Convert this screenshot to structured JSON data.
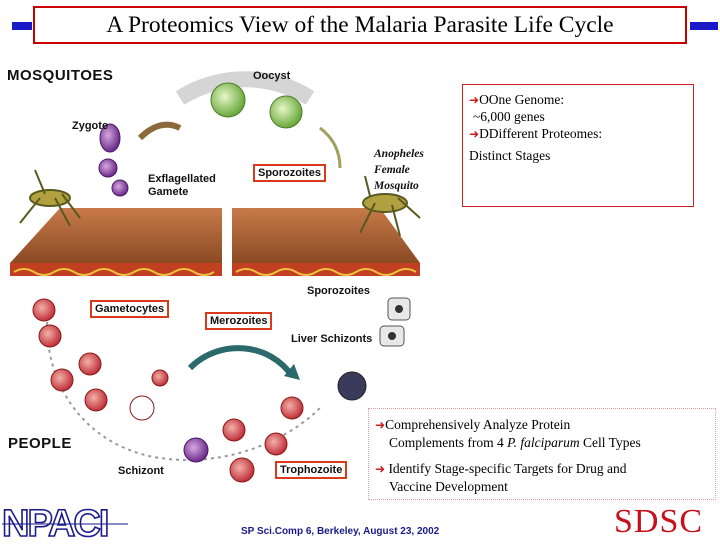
{
  "title": "A Proteomics View of the Malaria Parasite Life Cycle",
  "diagram": {
    "mosquitoes_label": "MOSQUITOES",
    "people_label": "PEOPLE",
    "stages": {
      "oocyst": "Oocyst",
      "zygote": "Zygote",
      "exflagellated_line1": "Exflagellated",
      "exflagellated_line2": "Gamete",
      "sporozoites_boxed": "Sporozoites",
      "anopheles_line1": "Anopheles",
      "anopheles_line2": "Female",
      "anopheles_line3": "Mosquito",
      "sporozoites": "Sporozoites",
      "gametocytes": "Gametocytes",
      "merozoites": "Merozoites",
      "liver_schizonts": "Liver Schizonts",
      "schizont": "Schizont",
      "trophozoite": "Trophozoite"
    }
  },
  "info_box": {
    "line1": "OOne Genome:",
    "line2": "~6,000 genes",
    "line3": "DDifferent Proteomes:",
    "line4": "Distinct Stages"
  },
  "bullets": {
    "b1_line1": "Comprehensively Analyze Protein",
    "b1_line2_pre": "Complements from 4 ",
    "b1_line2_italic": "P. falciparum",
    "b1_line2_post": " Cell Types",
    "b2_line1": " Identify Stage-specific Targets for Drug and",
    "b2_line2": "Vaccine Development"
  },
  "footer": {
    "text": "SP Sci.Comp 6, Berkeley, August 23, 2002",
    "logo_left": "NPACI",
    "logo_right": "SDSC"
  },
  "icons": {
    "arrow": "right-arrow-icon"
  },
  "colors": {
    "title_rule": "#1a1ac8",
    "box_border": "#cc0000",
    "label_box_border": "#d93a1a",
    "arrow": "#cc1a1a",
    "sdsc": "#c8101a",
    "npaci": "#1a1a8a"
  }
}
